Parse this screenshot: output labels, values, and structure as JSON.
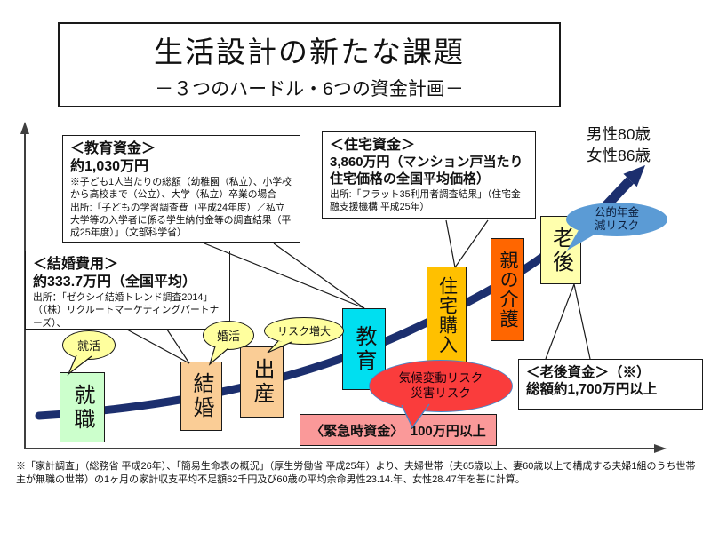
{
  "title": {
    "main": "生活設計の新たな課題",
    "sub": "－３つのハードル・6つの資金計画－"
  },
  "lifespan": {
    "line1": "男性80歳",
    "line2": "女性86歳"
  },
  "callouts": {
    "education": {
      "heading": "＜教育資金＞",
      "amount": "約1,030万円",
      "note": "※子ども1人当たりの総額（幼稚園（私立）、小学校から高校まで（公立）、大学（私立）卒業の場合",
      "source": "出所:「子どもの学習調査費（平成24年度）／私立大学等の入学者に係る学生納付金等の調査結果（平成25年度）」（文部科学省）"
    },
    "housing": {
      "heading": "＜住宅資金＞",
      "amount": "3,860万円（マンション戸当たり住宅価格の全国平均価格）",
      "source": "出所:「フラット35利用者調査結果」（住宅金融支援機構 平成25年）"
    },
    "marriage": {
      "heading": "＜結婚費用＞",
      "amount": "約333.7万円（全国平均）",
      "source": "出所：「ゼクシイ結婚トレンド調査2014」（（株）リクルートマーケティングパートナーズ）、"
    },
    "retirement": {
      "heading": "＜老後資金＞（※）",
      "amount": "総額約1,700万円以上"
    },
    "emergency": {
      "label": "〈緊急時資金〉　100万円以上",
      "color": "#FA9999"
    }
  },
  "stages": [
    {
      "label": "就職",
      "color": "#CCFFCC"
    },
    {
      "label": "結婚",
      "color": "#FACD96"
    },
    {
      "label": "出産",
      "color": "#FACD96"
    },
    {
      "label": "教育",
      "color": "#00DFF0"
    },
    {
      "label": "住宅購入",
      "color": "#FFC000"
    },
    {
      "label": "親の介護",
      "color": "#FF6600"
    },
    {
      "label": "老後",
      "color": "#FFFFAD"
    }
  ],
  "bubbles": {
    "jobhunt": {
      "label": "就活",
      "color": "#FFFF9E"
    },
    "konkatsu": {
      "label": "婚活",
      "color": "#FFFF9E"
    },
    "risk_increase": {
      "label": "リスク増大",
      "color": "#FFFF9E"
    },
    "pension": {
      "line1": "公的年金",
      "line2": "減リスク",
      "color": "#5B9BD5"
    },
    "climate": {
      "line1": "気候変動リスク",
      "line2": "災害リスク",
      "color": "#FA3C3C"
    }
  },
  "footnote": "※「家計調査」（総務省 平成26年）、「簡易生命表の概況」（厚生労働省 平成25年）より、夫婦世帯（夫65歳以上、妻60歳以上で構成する夫婦1組のうち世帯主が無職の世帯）の1ヶ月の家計収支平均不足額62千円及び60歳の平均余命男性23.14.年、女性28.47年を基に計算。",
  "colors": {
    "curve": "#1C2F6E",
    "axis": "#3f3f3f"
  }
}
